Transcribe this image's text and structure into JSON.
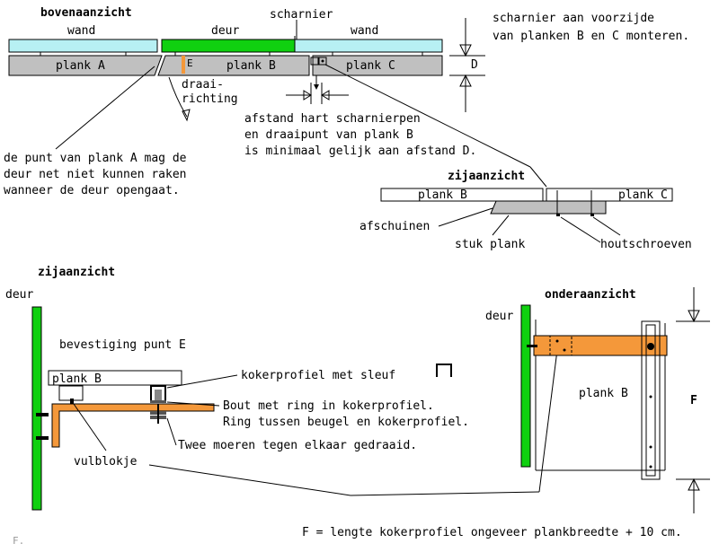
{
  "top_view": {
    "title": "bovenaanzicht",
    "wand_left": "wand",
    "deur": "deur",
    "scharnier": "scharnier",
    "wand_right": "wand",
    "plank_a": "plank A",
    "plank_b": "plank B",
    "plank_c": "plank C",
    "point_e": "E",
    "draai": "draai-",
    "richting": "richting",
    "dim_d": "D",
    "note_line1": "scharnier aan voorzijde",
    "note_line2": "van planken B en C monteren.",
    "afstand_line1": "afstand hart scharnierpen",
    "afstand_line2": "en draaipunt van plank B",
    "afstand_line3": "is minimaal gelijk aan afstand D.",
    "punt_line1": "de punt van plank A mag de",
    "punt_line2": "deur net niet kunnen raken",
    "punt_line3": "wanneer de deur opengaat."
  },
  "side_view_small": {
    "title": "zijaanzicht",
    "plank_b": "plank B",
    "plank_c": "plank C",
    "afschuinen": "afschuinen",
    "stuk_plank": "stuk plank",
    "houtschroeven": "houtschroeven"
  },
  "side_view_large": {
    "title": "zijaanzicht",
    "deur": "deur",
    "bevestiging": "bevestiging punt E",
    "plank_b": "plank B",
    "kokerprofiel": "kokerprofiel met sleuf",
    "bout_line1": "Bout met ring in kokerprofiel.",
    "bout_line2": "Ring tussen beugel en kokerprofiel.",
    "moeren": "Twee moeren tegen elkaar gedraaid.",
    "vulblokje": "vulblokje"
  },
  "bottom_view": {
    "title": "onderaanzicht",
    "deur": "deur",
    "plank_b": "plank B",
    "dim_f": "F"
  },
  "footer": {
    "formula": "F = lengte kokerprofiel ongeveer plankbreedte + 10 cm.",
    "corner": "F."
  },
  "colors": {
    "wall": "#b7f0f3",
    "door": "#10d010",
    "plank": "#c0c0c0",
    "orange": "#f4983a"
  }
}
